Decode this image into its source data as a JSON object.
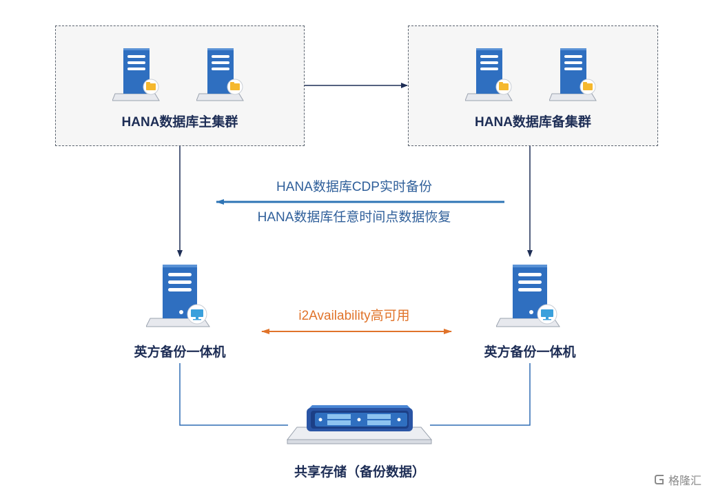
{
  "clusters": {
    "primary": {
      "title": "HANA数据库主集群"
    },
    "standby": {
      "title": "HANA数据库备集群"
    }
  },
  "nodes": {
    "left": {
      "title": "英方备份一体机"
    },
    "right": {
      "title": "英方备份一体机"
    }
  },
  "storage": {
    "title": "共享存储（备份数据）"
  },
  "flows": {
    "cdp_label": "HANA数据库CDP实时备份",
    "recovery_label": "HANA数据库任意时间点数据恢复",
    "ha_label": "i2Availability高可用"
  },
  "watermark": {
    "text": "格隆汇"
  },
  "colors": {
    "arrow_dark": "#1d2d55",
    "arrow_blue": "#2e74b5",
    "arrow_orange": "#e0732a",
    "server_blue": "#2f6fc0",
    "line_blue": "#2e6bb3"
  }
}
